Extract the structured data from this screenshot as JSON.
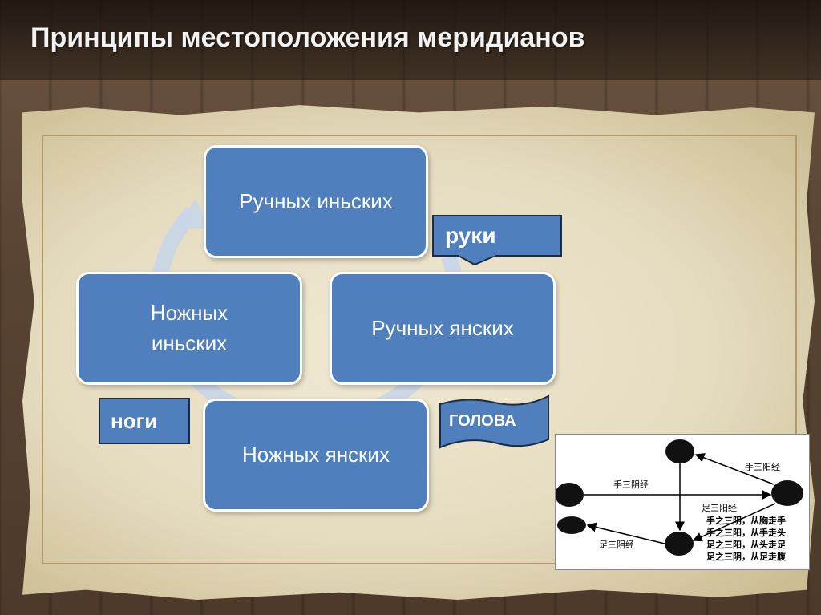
{
  "title": "Принципы местоположения меридианов",
  "boxes": {
    "top": "Ручных иньских",
    "right": "Ручных янских",
    "bottom": "Ножных янских",
    "left_line1": "Ножных",
    "left_line2": "иньских"
  },
  "callouts": {
    "hands": "руки",
    "legs": "ноги",
    "head": "ГОЛОВА"
  },
  "inset_diagram": {
    "labels": {
      "hand_yang": "手三阳经",
      "hand_yin": "手三阴经",
      "foot_yang": "足三阳经",
      "foot_yin": "足三阴经"
    },
    "rules": [
      "手之三阴，从胸走手",
      "手之三阳，从手走头",
      "足之三阳，从头走足",
      "足之三阴，从足走腹"
    ]
  },
  "colors": {
    "box_fill": "#4f80bd",
    "box_border": "#ffffff",
    "cycle_arrow": "#c9d6e8"
  }
}
